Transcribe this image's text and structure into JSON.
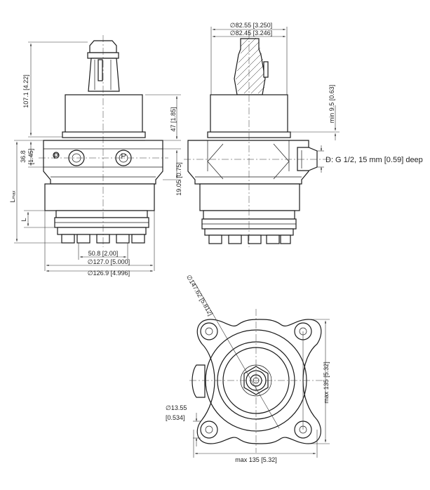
{
  "labels": {
    "dim_107_1": "107.1 [4.22]",
    "dim_36_8_a": "36.8",
    "dim_36_8_b": "[1.45]",
    "dim_lmax": "Lₘₐₓ",
    "dim_l": "L",
    "dim_47": "47 [1.85]",
    "dim_19_05": "19.05 [0.75]",
    "dim_50_8": "50.8 [2.00]",
    "dim_127": "∅127.0 [5.000]",
    "dim_126_9": "∅126.9 [4.996]",
    "dim_82_55": "∅82.55 [3.250]",
    "dim_82_45": "∅82.45 [3.246]",
    "dim_min_9_5": "min 9.5 [0.63]",
    "port_note": "D: G 1/2, 15 mm [0.59] deep",
    "port_p": "P",
    "dim_147": "∅147.62 [5.812]",
    "dim_13_55_a": "∅13.55",
    "dim_13_55_b": "[0.534]",
    "dim_max135_v": "max 135 [5.32]",
    "dim_max135_h": "max 135 [5.32]"
  }
}
